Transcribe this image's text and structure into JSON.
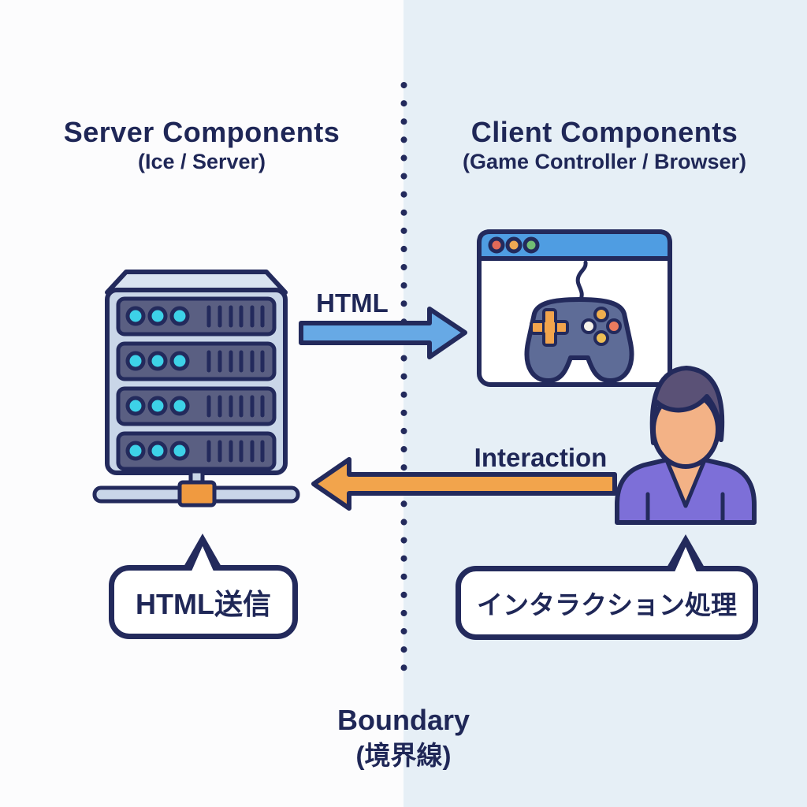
{
  "left": {
    "title": "Server Components",
    "subtitle": "(Ice / Server)",
    "bubble_label": "HTML送信"
  },
  "right": {
    "title": "Client Components",
    "subtitle": "(Game Controller / Browser)",
    "bubble_label": "インタラクション処理"
  },
  "flows": {
    "server_to_client_label": "HTML",
    "client_to_server_label": "Interaction"
  },
  "boundary": {
    "title": "Boundary",
    "subtitle": "(境界線)"
  },
  "icons": {
    "server": "server-rack-icon",
    "client": "browser-window-icon",
    "game": "game-controller-icon",
    "user": "user-icon",
    "network": "network-connector-icon",
    "divider": "boundary-dotted-line"
  },
  "colors": {
    "outline_navy": "#232a5c",
    "text_navy": "#1f2757",
    "html_arrow_blue": "#67a9e5",
    "interaction_arrow_orange": "#f2a44c",
    "browser_titlebar_blue": "#4f9de2",
    "server_frame": "#c9d6e8",
    "server_slot": "#5a5f82",
    "indicator_cyan": "#3dd2e8",
    "connector_orange": "#f09a40",
    "controller_gray_blue": "#5e6c97",
    "shirt_purple": "#7d6fd8",
    "hair_purple_gray": "#5a5176",
    "skin_peach": "#f3b286",
    "background_left": "#fcfcfd",
    "background_right": "#e6eff6",
    "traffic_red": "#e26a58",
    "traffic_orange": "#efa853",
    "traffic_green": "#72bd74"
  }
}
